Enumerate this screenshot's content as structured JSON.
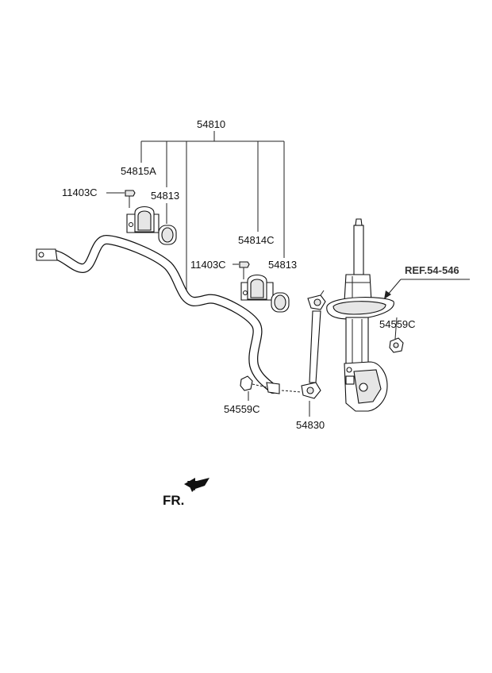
{
  "labels": {
    "assembly": "54810",
    "bracket_left": "54815A",
    "bolt_left": "11403C",
    "bushing_left": "54813",
    "bracket_right": "54814C",
    "bolt_right": "11403C",
    "bushing_right": "54813",
    "reference": "REF.54-546",
    "nut_right": "54559C",
    "nut_bottom": "54559C",
    "link": "54830",
    "front": "FR."
  }
}
